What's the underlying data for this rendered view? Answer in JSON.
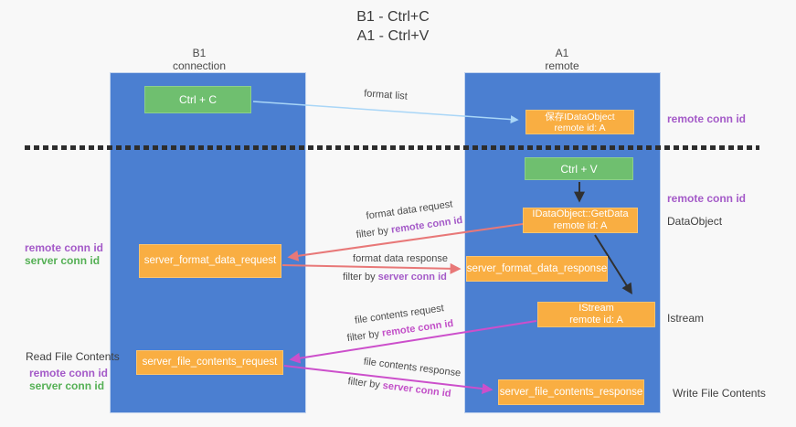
{
  "title": {
    "line1": "B1 - Ctrl+C",
    "line2": "A1 - Ctrl+V"
  },
  "lanes": {
    "left": {
      "title": "B1",
      "subtitle": "connection"
    },
    "right": {
      "title": "A1",
      "subtitle": "remote"
    }
  },
  "boxes": {
    "ctrl_c": "Ctrl + C",
    "ctrl_v": "Ctrl + V",
    "save_dataobject_line1": "保存IDataObject",
    "save_dataobject_line2": "remote id: A",
    "getdata_line1": "IDataObject::GetData",
    "getdata_line2": "remote id: A",
    "istream_line1": "IStream",
    "istream_line2": "remote id: A",
    "server_format_data_request": "server_format_data_request",
    "server_format_data_response": "server_format_data_response",
    "server_file_contents_request": "server_file_contents_request",
    "server_file_contents_response": "server_file_contents_response"
  },
  "arrow_labels": {
    "format_list": "format list",
    "format_data_request": "format data request",
    "format_data_response": "format data response",
    "file_contents_request": "file contents request",
    "file_contents_response": "file contents response",
    "filter_by": "filter by ",
    "remote_conn_id": "remote conn id",
    "server_conn_id": "server conn id"
  },
  "side_labels": {
    "remote_conn_id": "remote conn id",
    "server_conn_id": "server conn id",
    "dataobject": "DataObject",
    "istream": "Istream",
    "read_file_contents": "Read File Contents",
    "write_file_contents": "Write File Contents"
  },
  "colors": {
    "lane_blue": "#4b7fd1",
    "box_green": "#6fbf6f",
    "box_orange": "#f9ae42",
    "arrow_lightblue": "#a9d6f7",
    "arrow_red": "#e87878",
    "arrow_magenta": "#cc4fcb",
    "arrow_black": "#303030",
    "label_purple": "#a45ac8",
    "label_green": "#55b055",
    "text_dark": "#3f3f3f",
    "background": "#f8f8f8"
  }
}
